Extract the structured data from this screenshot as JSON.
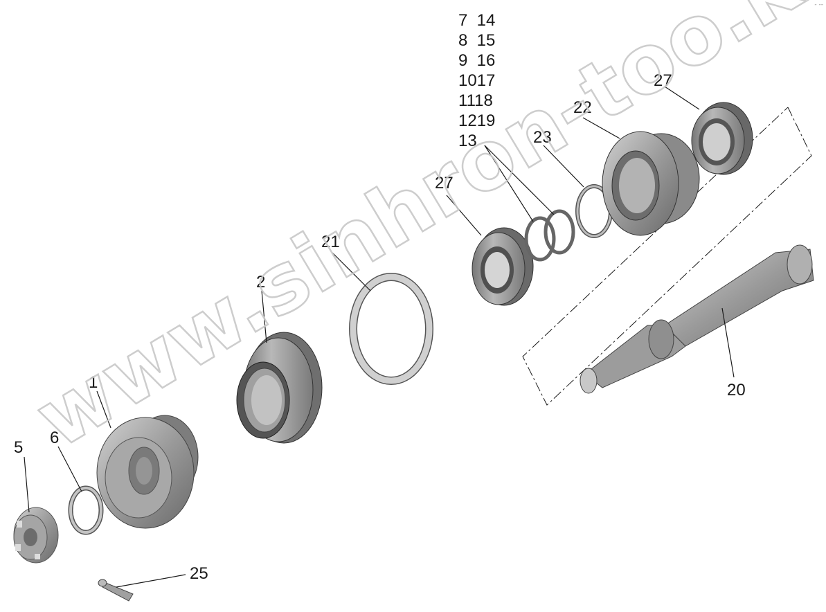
{
  "watermark": "www.sinhron-too.kz",
  "corner_mark": "- --",
  "callouts": {
    "c1": "1",
    "c2": "2",
    "c5": "5",
    "c6": "6",
    "c20": "20",
    "c21": "21",
    "c22": "22",
    "c23": "23",
    "c25": "25",
    "c27a": "27",
    "c27b": "27",
    "stack": [
      "7  14",
      "8  15",
      "9  16",
      "1017",
      "1118",
      "1219",
      "13"
    ]
  },
  "colors": {
    "part_fill": "#9a9a9a",
    "part_dark": "#6f6f6f",
    "part_light": "#c9c9c9",
    "line": "#1a1a1a",
    "watermark": "#c8c8c8"
  }
}
